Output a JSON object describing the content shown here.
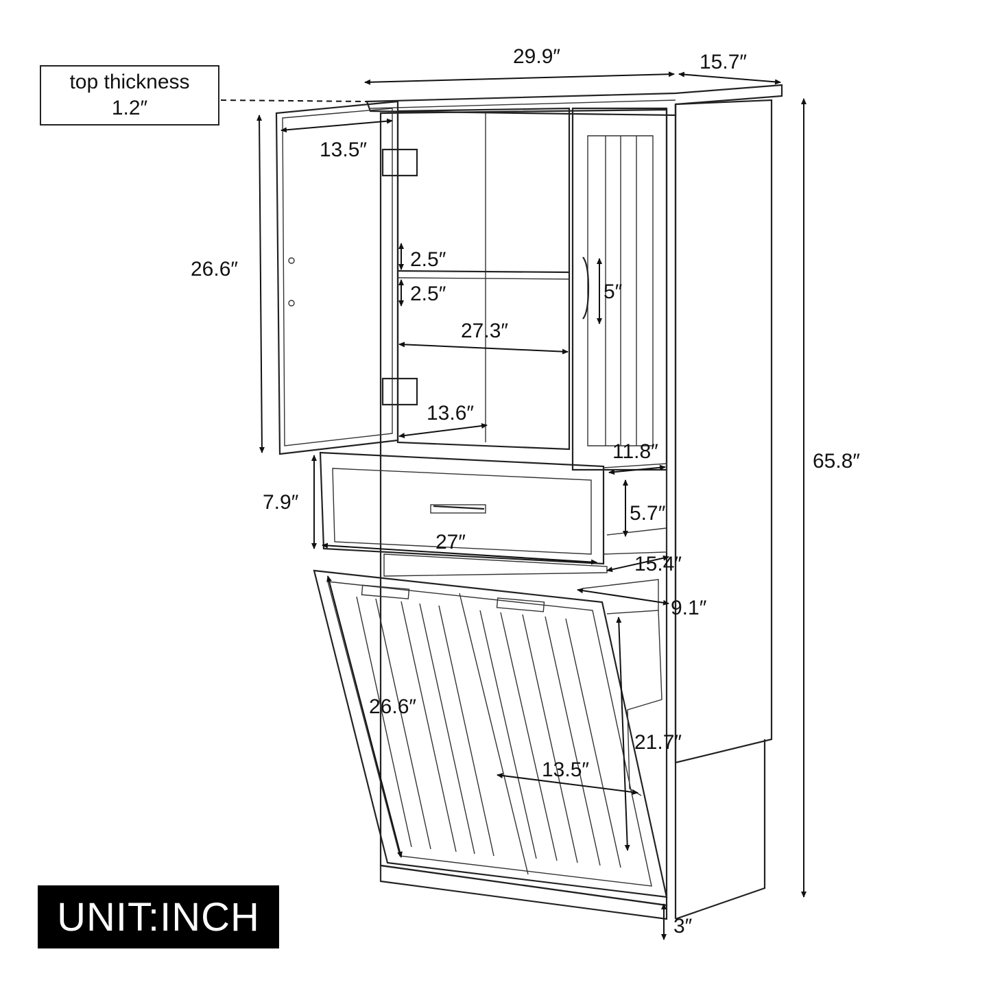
{
  "dimensions": {
    "width": "29.9″",
    "depth": "15.7″",
    "total_height": "65.8″",
    "cabinet_height": "26.6″",
    "door_width": "13.5″",
    "shelf_gap_top": "2.5″",
    "shelf_gap_bottom": "2.5″",
    "handle": "5″",
    "interior_width": "27.3″",
    "interior_depth": "13.6″",
    "drawer_depth_top": "11.8″",
    "drawer_height": "7.9″",
    "drawer_inner_height": "5.7″",
    "drawer_width": "27″",
    "drawer_depth": "15.4″",
    "bin_depth": "9.1″",
    "tilt_height": "26.6″",
    "bin_height": "21.7″",
    "bin_width": "13.5″",
    "base": "3″"
  },
  "top_thickness": {
    "label": "top thickness",
    "value": "1.2″"
  },
  "unit_label": "UNIT:INCH"
}
